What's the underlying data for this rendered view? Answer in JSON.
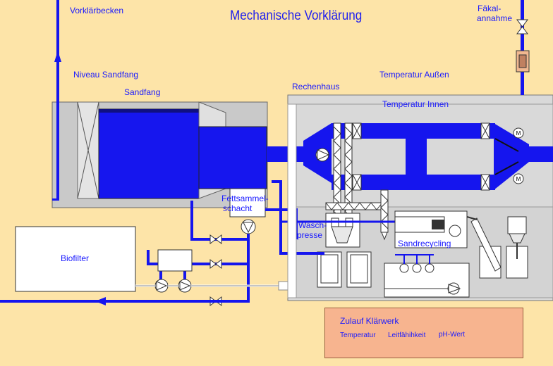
{
  "title": "Mechanische Vorklärung",
  "labels": {
    "vorklaerbecken": "Vorklärbecken",
    "niveau_sandfang": "Niveau Sandfang",
    "sandfang": "Sandfang",
    "rechenhaus": "Rechenhaus",
    "temperatur_aussen": "Temperatur Außen",
    "temperatur_innen": "Temperatur Innen",
    "faekalannahme_1": "Fäkal-",
    "faekalannahme_2": "annahme",
    "fettsammelschacht_1": "Fettsammel-",
    "fettsammelschacht_2": "schacht",
    "waschpresse_1": "Wasch-",
    "waschpresse_2": "presse",
    "sandrecycling": "Sandrecycling",
    "biofilter": "Biofilter"
  },
  "zulauf": {
    "title": "Zulauf Klärwerk",
    "temperatur": "Temperatur",
    "leitfaehigkeit": "Leitfähihkeit",
    "ph": "pH-Wert"
  },
  "motor_symbol": "M",
  "colors": {
    "background": "#fde4a8",
    "pipe": "#1515ee",
    "building": "#d9d9d9",
    "zulauf_panel": "#f7b48f",
    "label_text": "#1a1aff"
  }
}
